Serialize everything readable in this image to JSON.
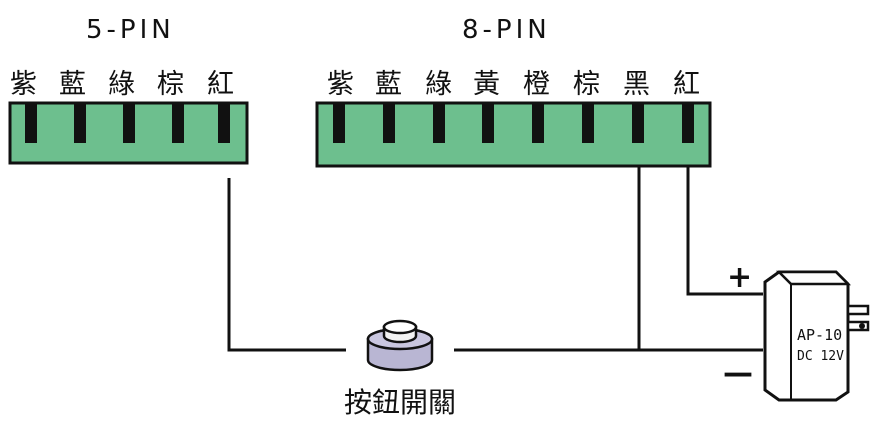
{
  "connector_5pin": {
    "title": "5-PIN",
    "pins": [
      "紫",
      "藍",
      "綠",
      "棕",
      "紅"
    ]
  },
  "connector_8pin": {
    "title": "8-PIN",
    "pins": [
      "紫",
      "藍",
      "綠",
      "黃",
      "橙",
      "棕",
      "黑",
      "紅"
    ]
  },
  "push_button": {
    "label": "按鈕開關"
  },
  "power_adapter": {
    "model": "AP-10",
    "rating": "DC 12V",
    "positive": "+",
    "negative": "—"
  },
  "colors": {
    "connector_green": "#6dbf8e",
    "line": "#111111",
    "button_top": "#f2f2f2",
    "button_base": "#b9b6d3"
  }
}
